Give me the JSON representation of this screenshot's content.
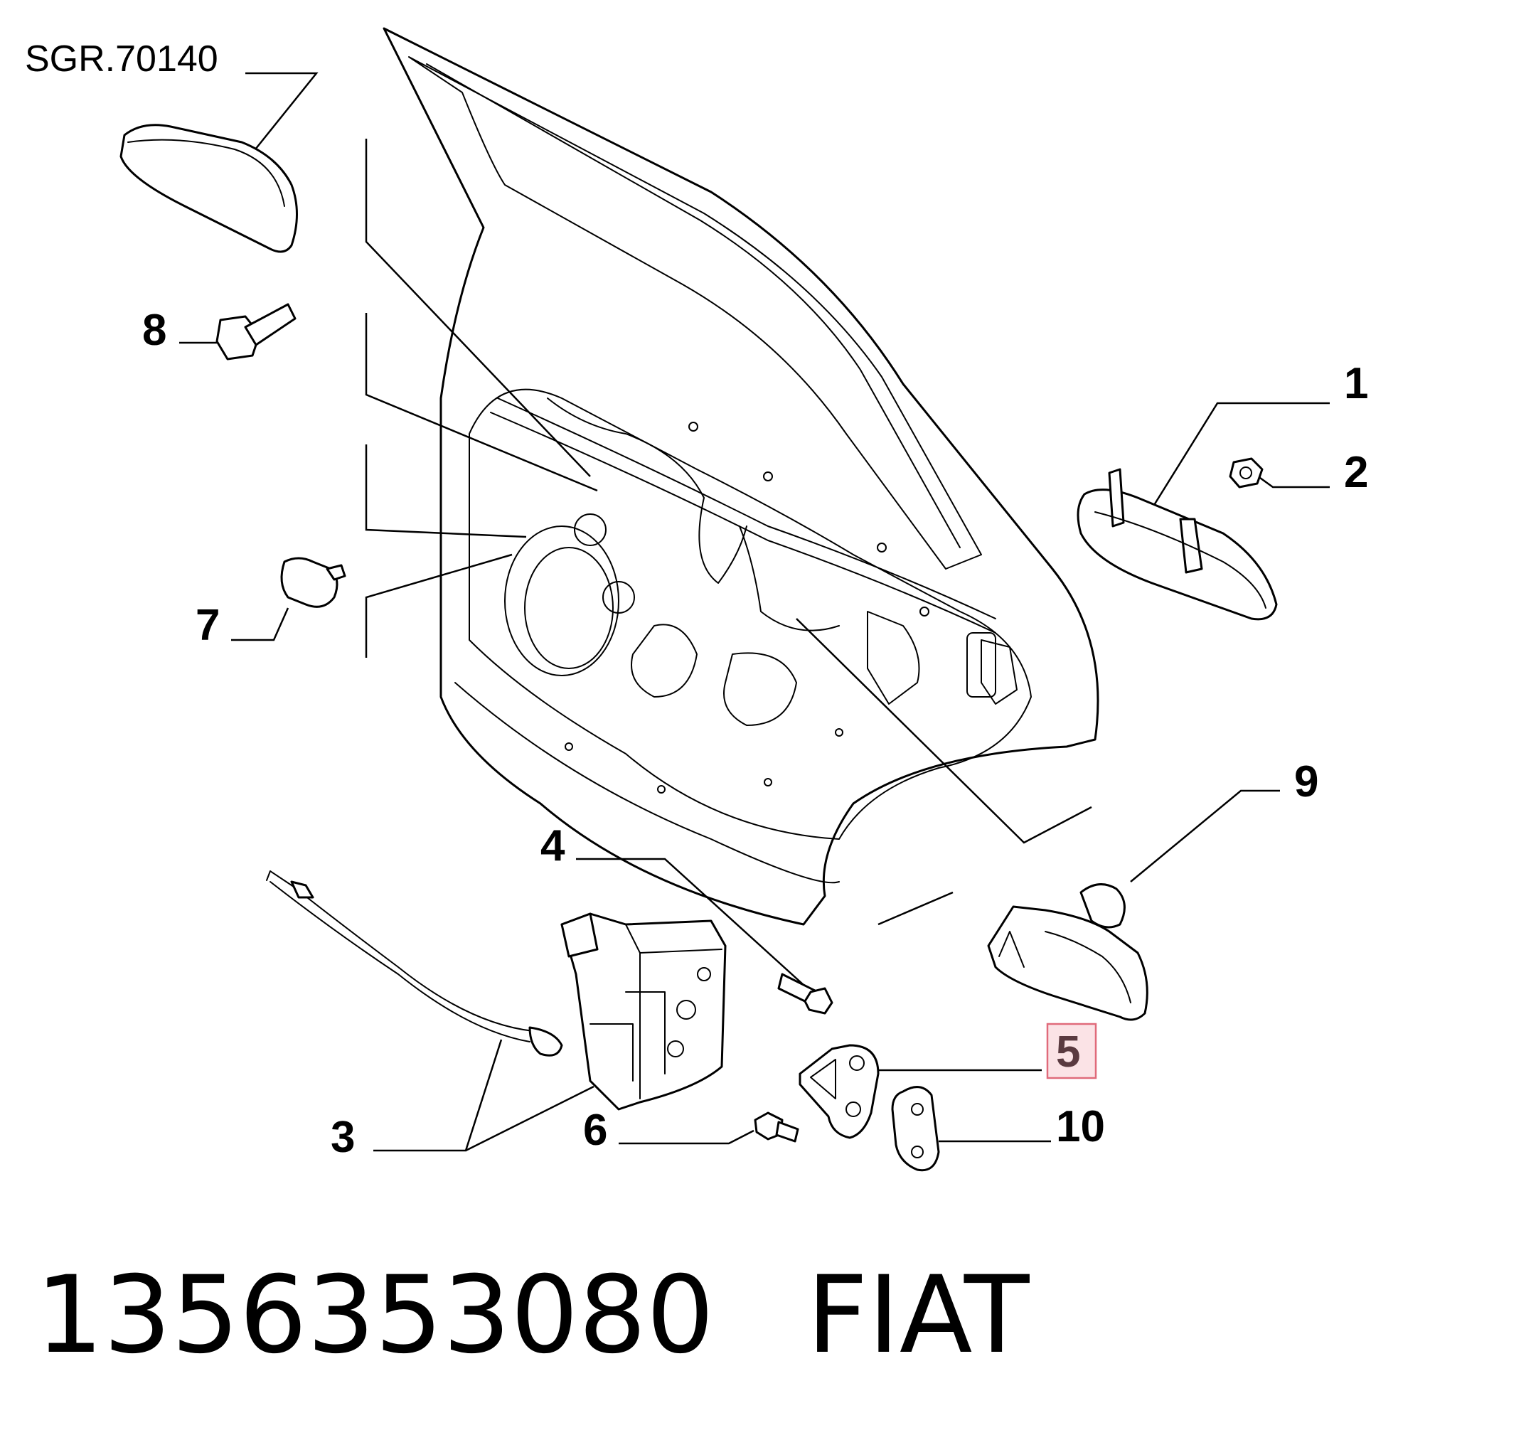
{
  "diagram": {
    "reference_code": "SGR.70140",
    "callouts": {
      "c1": "1",
      "c2": "2",
      "c3": "3",
      "c4": "4",
      "c5": "5",
      "c6": "6",
      "c7": "7",
      "c8": "8",
      "c9": "9",
      "c10": "10"
    },
    "highlight": {
      "item": "5",
      "box_color": "#e06a7a",
      "box_fill": "#fbe3e6",
      "text_color": "#5a3a40"
    }
  },
  "caption": {
    "part_number": "1356353080",
    "brand": "FIAT"
  }
}
